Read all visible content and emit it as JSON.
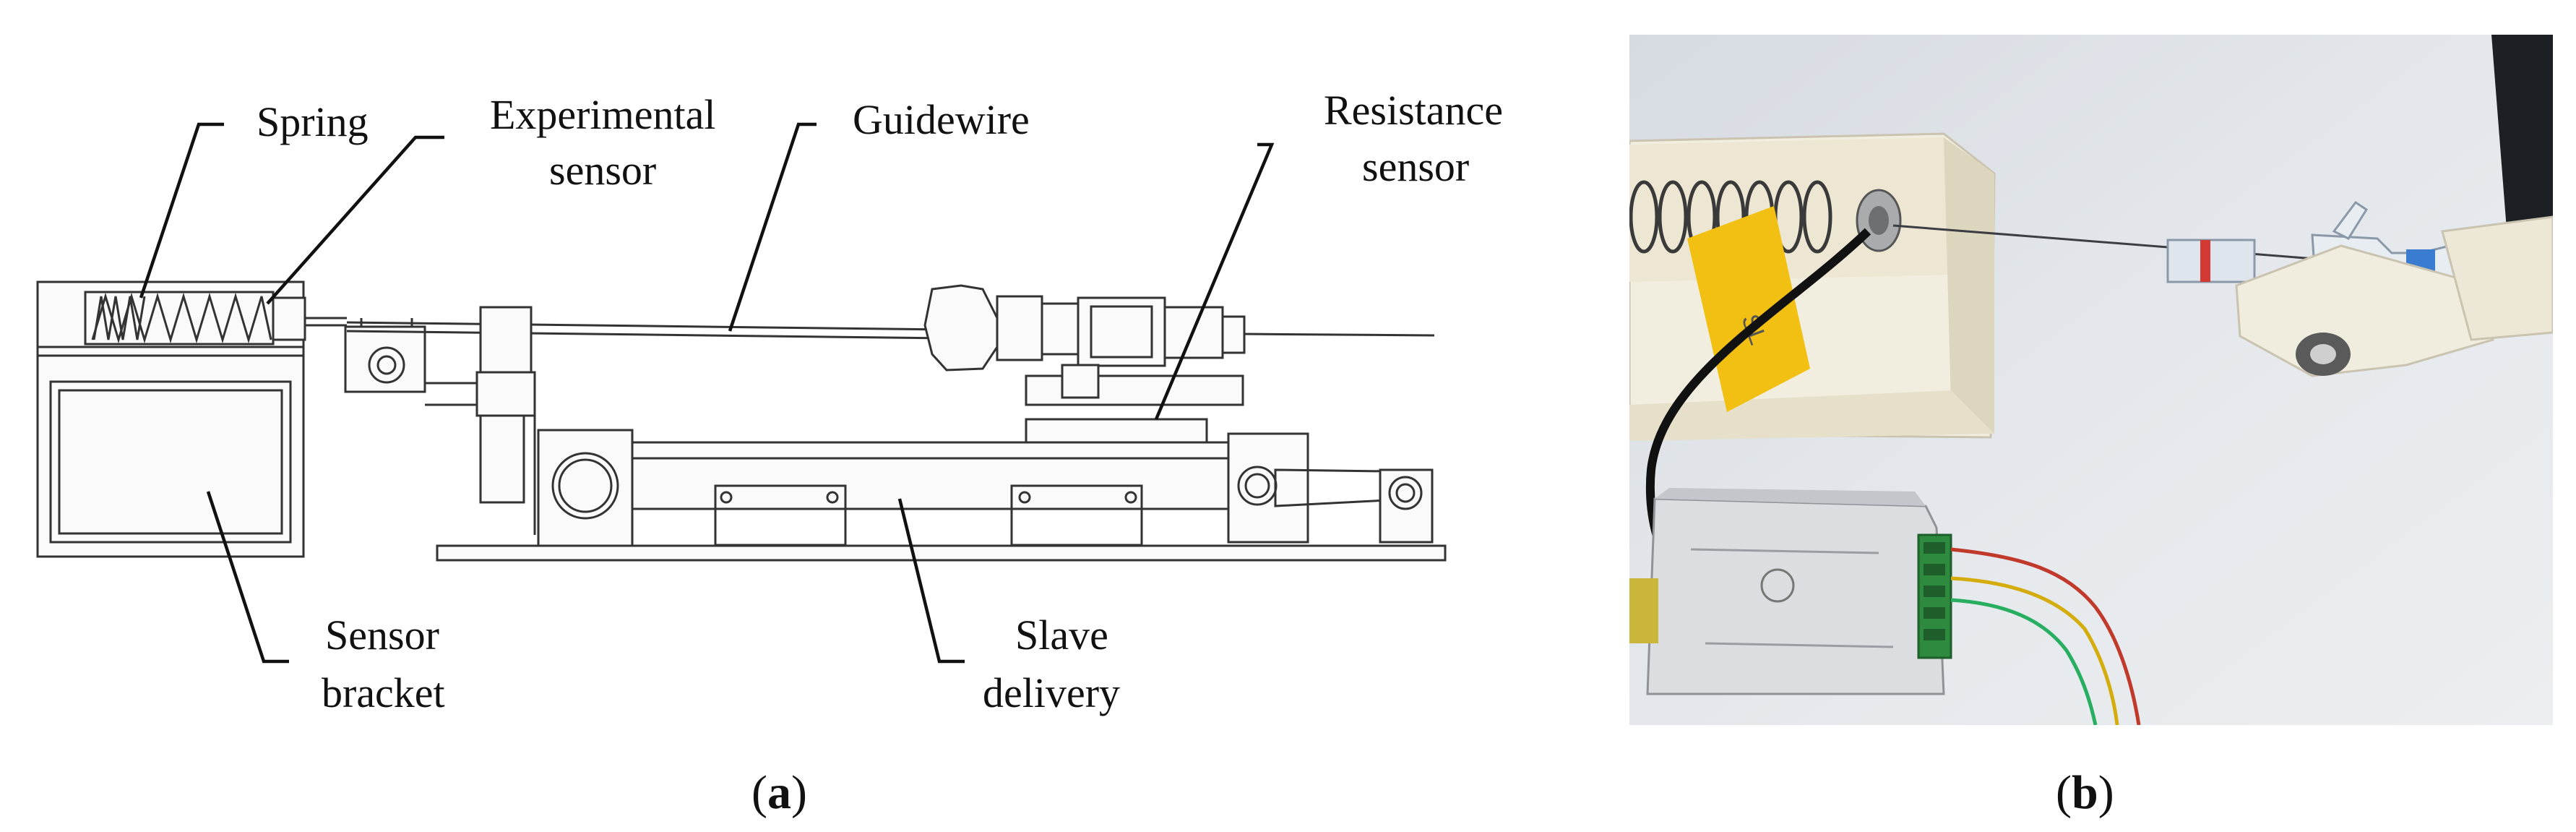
{
  "panel_a": {
    "labels": {
      "spring": "Spring",
      "experimental_sensor_1": "Experimental",
      "experimental_sensor_2": "sensor",
      "guidewire": "Guidewire",
      "resistance_sensor_1": "Resistance",
      "resistance_sensor_2": "sensor",
      "sensor_bracket_1": "Sensor",
      "sensor_bracket_2": "bracket",
      "slave_delivery_1": "Slave",
      "slave_delivery_2": "delivery"
    },
    "caption_open": "(",
    "caption_letter": "a",
    "caption_close": ")"
  },
  "panel_b": {
    "caption_open": "(",
    "caption_letter": "b",
    "caption_close": ")",
    "tag_text": "SL"
  },
  "colors": {
    "photo_background": "#e2e6eb",
    "bracket_white": "#f1ecdc",
    "label_yellow": "#f2c010",
    "sensor_black": "#111111",
    "terminal_green": "#2d8a3e"
  }
}
